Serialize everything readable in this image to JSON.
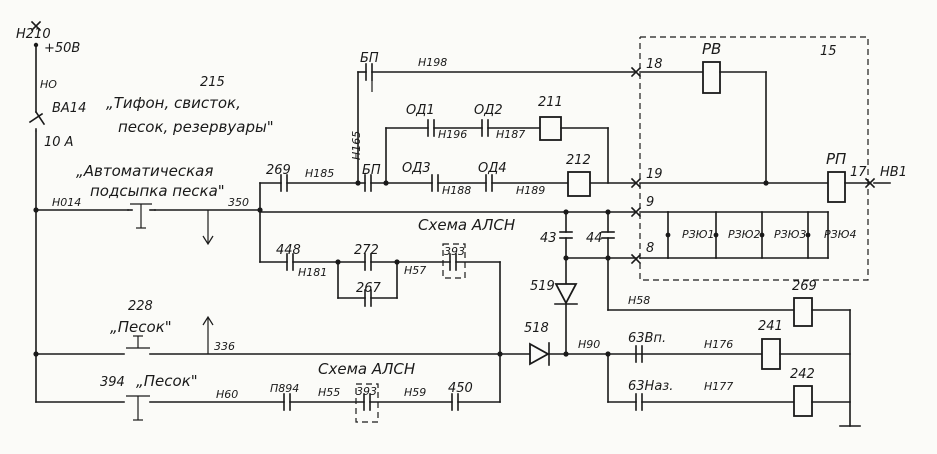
{
  "labels": {
    "top_terminal": "Н210",
    "supply": "+50В",
    "no": "НО",
    "ba14": "ВА14",
    "ba14_current": "10 А",
    "n215": "215",
    "caption_top_1": "„Тифон, свисток,",
    "caption_top_2": "песок, резервуары\"",
    "caption_auto_1": "„Автоматическая",
    "caption_auto_2": "подсыпка песка\"",
    "h014": "Н014",
    "n350": "350",
    "c269": "269",
    "h185": "Н185",
    "bp_top": "БП",
    "h198": "Н198",
    "h165": "Н165",
    "bp_mid": "БП",
    "od1": "ОД1",
    "od2": "ОД2",
    "h196": "Н196",
    "h187": "Н187",
    "od3": "ОД3",
    "od4": "ОД4",
    "h188": "Н188",
    "h189": "Н189",
    "r211": "211",
    "r212": "212",
    "n18": "18",
    "n19": "19",
    "n9": "9",
    "n8": "8",
    "n15": "15",
    "rv": "РВ",
    "rp": "РП",
    "n17": "17",
    "hb1": "НВ1",
    "alsn_1": "Схема АЛСН",
    "c43": "43",
    "c44": "44",
    "rzu1": "РЗЮ1",
    "rzu2": "РЗЮ2",
    "rzu3": "РЗЮ3",
    "rzu4": "РЗЮ4",
    "c448": "448",
    "h181": "Н181",
    "c272": "272",
    "h57": "Н57",
    "c393_top": "393",
    "c267": "267",
    "d519": "519",
    "h58": "Н58",
    "r269": "269",
    "n228": "228",
    "pesok_1": "„Песок\"",
    "n336": "336",
    "d518": "518",
    "h90": "Н90",
    "c63vp": "63Вп.",
    "h176": "Н176",
    "r241": "241",
    "alsn_2": "Схема АЛСН",
    "n394": "394",
    "pesok_2": "„Песок\"",
    "h60": "Н60",
    "c894": "П894",
    "h55": "Н55",
    "c393_bot": "393",
    "h59": "Н59",
    "c450": "450",
    "c63naz": "63Наз.",
    "h177": "Н177",
    "r242": "242"
  }
}
